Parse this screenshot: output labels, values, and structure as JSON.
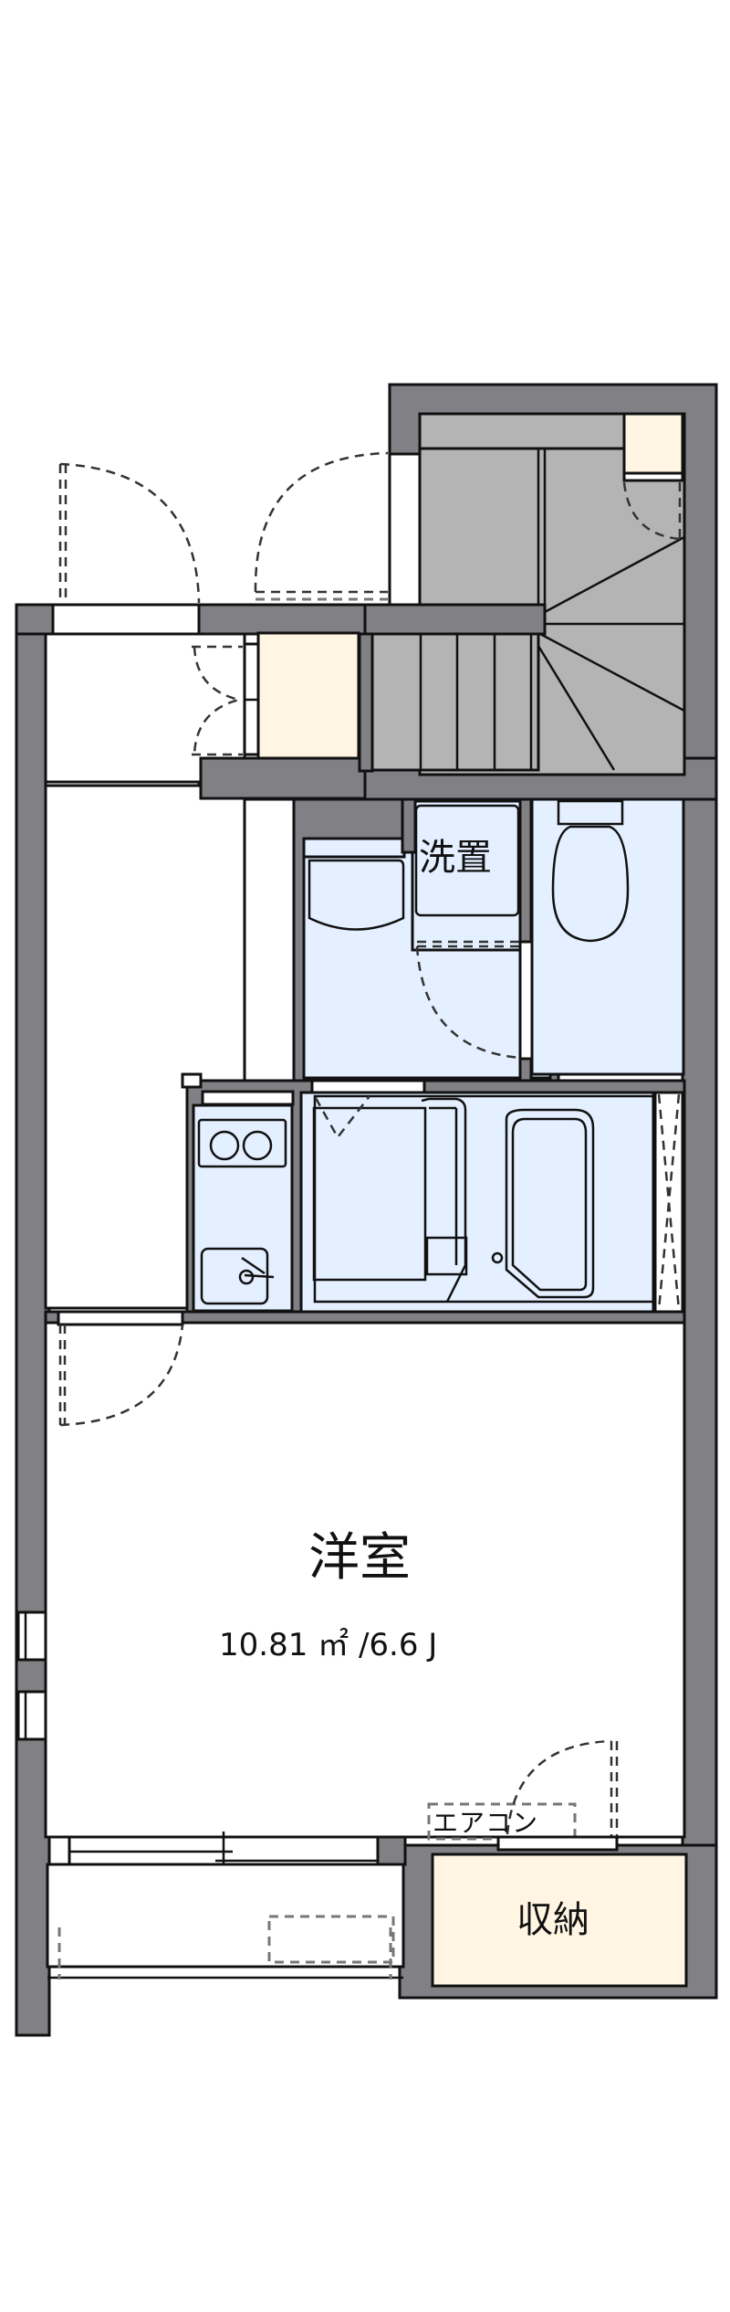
{
  "floorplan": {
    "colors": {
      "wall": "#808085",
      "stair": "#b4b4b4",
      "wet_area": "#e4efff",
      "storage": "#fff5e2",
      "room": "#ffffff",
      "line": "#111111",
      "dashed": "#555555"
    },
    "rooms": {
      "western_room": {
        "name": "洋室",
        "area_sqm": "10.81",
        "area_unit": "㎡",
        "area_jo": "/6.6 J"
      },
      "washroom": {
        "name": "洗置"
      },
      "storage": {
        "name": "収納"
      },
      "air_conditioner": {
        "name": "エアコン"
      }
    },
    "fixtures": [
      "entrance-door",
      "shoe-cabinet",
      "staircase",
      "stair-storage",
      "washbasin",
      "washing-machine-space",
      "toilet",
      "kitchen-stove-2-burner",
      "kitchen-sink",
      "unit-bath",
      "bathtub",
      "balcony",
      "closet"
    ]
  }
}
